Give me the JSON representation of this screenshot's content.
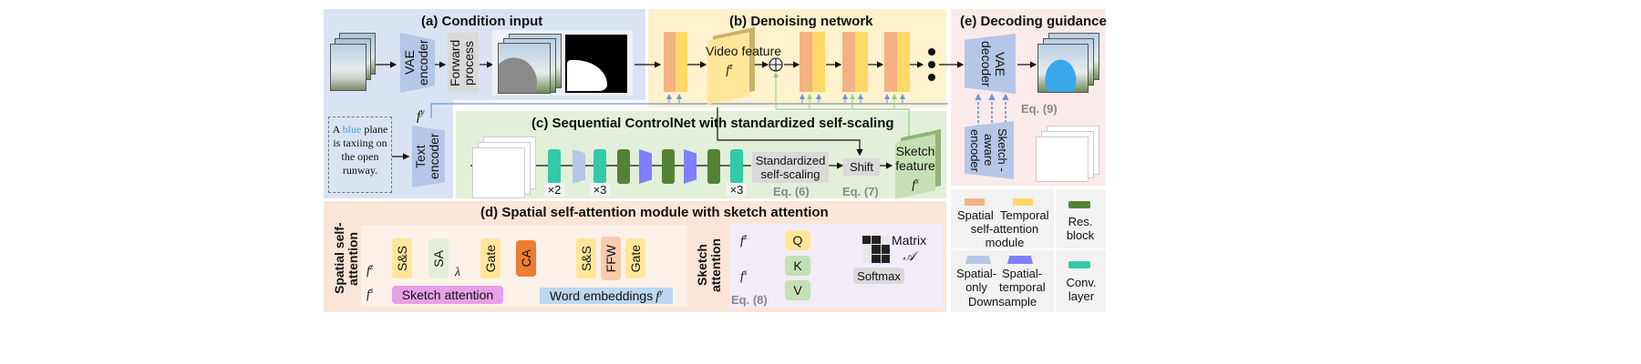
{
  "panels": {
    "a": {
      "title": "(a) Condition input",
      "vae_encoder": "VAE encoder",
      "forward_process": "Forward process",
      "text_encoder": "Text encoder",
      "fy": "f",
      "fy_sup": "y",
      "prompt": {
        "pre": "A ",
        "highlight": "blue",
        "post": " plane is taxiing on the open runway."
      }
    },
    "b": {
      "title": "(b) Denoising network",
      "video_feature": "Video feature",
      "fz": "f",
      "fz_sup": "z"
    },
    "c": {
      "title": "(c) Sequential ControlNet with standardized self-scaling",
      "standardized": "Standardized self-scaling",
      "shift": "Shift",
      "sketch_feature": "Sketch feature",
      "fs": "f",
      "fs_sup": "s",
      "eq6": "Eq. (6)",
      "eq7": "Eq. (7)",
      "x2": "×2",
      "x3a": "×3",
      "x3b": "×3"
    },
    "d": {
      "title": "(d) Spatial self-attention module with sketch attention",
      "side_label": "Spatial self-attention module",
      "ss1": "S&S",
      "sa": "SA",
      "gate1": "Gate",
      "ca": "CA",
      "ss2": "S&S",
      "ffw": "FFW",
      "gate2": "Gate",
      "sketch_attention": "Sketch attention",
      "word_embeddings": "Word embeddings",
      "lambda": "λ",
      "fz": "f",
      "fz_sup": "z",
      "fs": "f",
      "fs_sup": "s",
      "fy": "f",
      "fy_sup": "y"
    },
    "sketch_attn": {
      "side_label": "Sketch attention",
      "q": "Q",
      "k": "K",
      "v": "V",
      "softmax": "Softmax",
      "matrix": "Matrix",
      "matrix_sym": "𝒜",
      "eq8": "Eq. (8)",
      "fz": "f",
      "fz_sup": "z",
      "fs": "f",
      "fs_sup": "s"
    },
    "e": {
      "title": "(e) Decoding guidance",
      "vae_decoder": "VAE decoder",
      "sketch_encoder": "Sketch -aware encoder",
      "eq9": "Eq. (9)"
    }
  },
  "legend": {
    "spatial": "Spatial",
    "temporal": "Temporal",
    "ssam": "self-attention module",
    "res_block": "Res. block",
    "spatial_only": "Spatial- only",
    "spatial_temporal": "Spatial- temporal",
    "downsample": "Downsample",
    "conv_layer": "Conv. layer"
  },
  "colors": {
    "panel_a": "#dae3f3",
    "panel_b": "#fff2cc",
    "panel_c": "#e2f0d9",
    "panel_d": "#fbe5d6",
    "panel_e": "#fbeaea",
    "legend": "#f2f2f2",
    "spatial": "#f4b183",
    "temporal": "#ffd966",
    "res_block": "#548235",
    "conv": "#33c9a9",
    "down_spatial": "#b4c7e7",
    "down_st": "#7f7fff",
    "vae": "#b4c7e7",
    "ca": "#ed7d31",
    "sketch_attn": "#e7a0e7",
    "word": "#bdd7ee",
    "blue_text": "#3aa8e8"
  }
}
